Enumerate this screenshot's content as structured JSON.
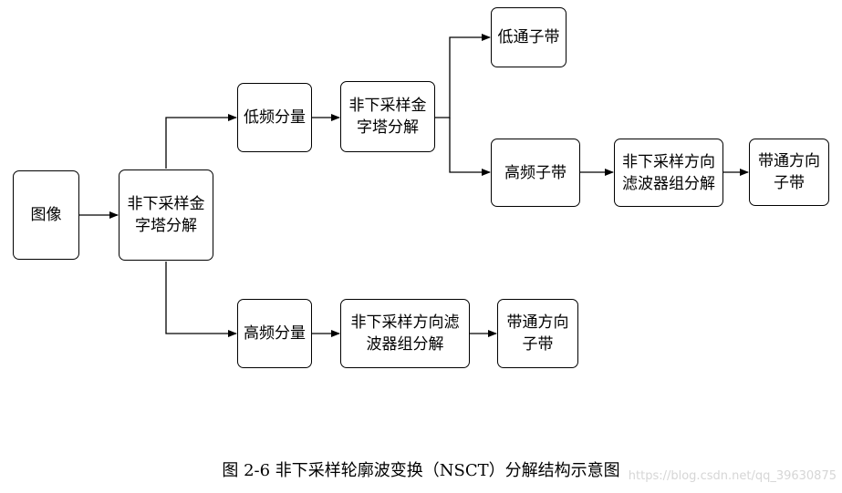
{
  "nodes": {
    "image": "图像",
    "nsp_main": "非下采样金\n字塔分解",
    "low_freq": "低频分量",
    "high_freq": "高频分量",
    "nsp_sub": "非下采样金\n字塔分解",
    "lowpass_subband": "低通子带",
    "highfreq_subband": "高频子带",
    "nsdfb_upper": "非下采样方向\n滤波器组分解",
    "bandpass_dir_upper": "带通方向\n子带",
    "nsdfb_lower": "非下采样方向滤\n波器组分解",
    "bandpass_dir_lower": "带通方向\n子带"
  },
  "caption": "图 2-6 非下采样轮廓波变换（NSCT）分解结构示意图",
  "watermark": "https://blog.csdn.net/qq_39630875"
}
